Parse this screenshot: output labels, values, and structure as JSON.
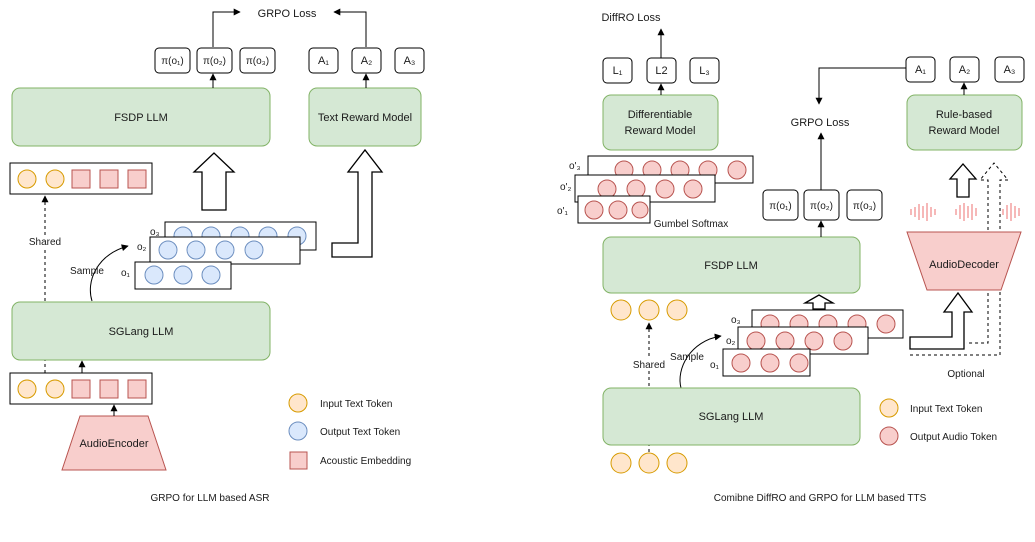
{
  "colors": {
    "green_fill": "#d5e8d4",
    "green_stroke": "#82b366",
    "pink_fill": "#f8cecc",
    "pink_stroke": "#b85450",
    "yellow_fill": "#ffe6cc",
    "yellow_stroke": "#d79b00",
    "blue_fill": "#dae8fc",
    "blue_stroke": "#6c8ebf",
    "wave": "#f4a6a6"
  },
  "left_panel": {
    "loss": "GRPO Loss",
    "policy_outputs": [
      "π(o₁)",
      "π(o₂)",
      "π(o₃)"
    ],
    "rewards": [
      "A₁",
      "A₂",
      "A₃"
    ],
    "fsdp_llm": "FSDP LLM",
    "reward_model": "Text Reward Model",
    "samples": [
      "o₁",
      "o₂",
      "o₃"
    ],
    "shared": "Shared",
    "sample": "Sample",
    "sglang_llm": "SGLang LLM",
    "encoder": "AudioEncoder",
    "legend": [
      "Input Text Token",
      "Output Text Token",
      "Acoustic Embedding"
    ],
    "caption": "GRPO for LLM based ASR"
  },
  "right_panel": {
    "diffro_loss": "DiffRO Loss",
    "losses": [
      "L₁",
      "L2",
      "L₃"
    ],
    "diff_reward_model": [
      "Differentiable",
      "Reward Model"
    ],
    "relaxed_samples": [
      "o'₁",
      "o'₂",
      "o'₃"
    ],
    "gumbel": "Gumbel Softmax",
    "fsdp_llm": "FSDP LLM",
    "grpo_loss": "GRPO Loss",
    "policy_outputs": [
      "π(o₁)",
      "π(o₂)",
      "π(o₃)"
    ],
    "rewards": [
      "A₁",
      "A₂",
      "A₃"
    ],
    "rule_reward_model": [
      "Rule-based",
      "Reward Model"
    ],
    "decoder": "AudioDecoder",
    "optional": "Optional",
    "samples": [
      "o₁",
      "o₂",
      "o₃"
    ],
    "sample": "Sample",
    "shared": "Shared",
    "sglang_llm": "SGLang LLM",
    "legend": [
      "Input Text Token",
      "Output Audio Token"
    ],
    "caption": "Comibne DiffRO and GRPO for LLM based TTS"
  }
}
